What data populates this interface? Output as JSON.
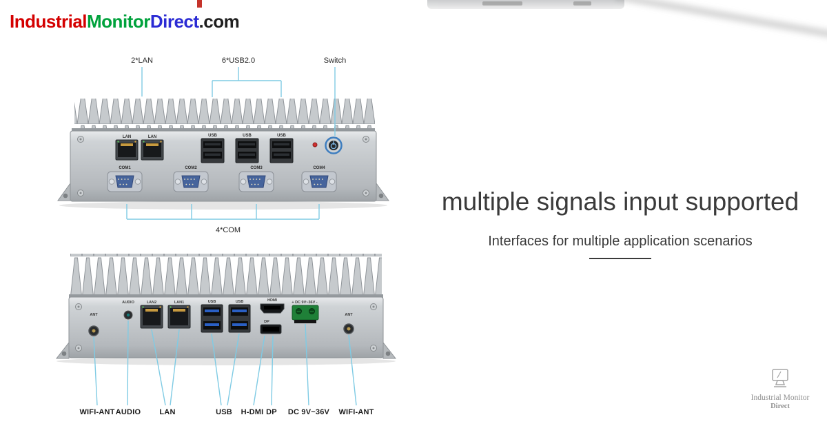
{
  "logo": {
    "industrial": "Industrial",
    "monitor": "Monitor",
    "direct": "Direct",
    "dotcom": ".com",
    "colors": {
      "industrial": "#d40000",
      "monitor": "#00a23c",
      "direct": "#2b2bd4",
      "dotcom": "#1f1f1f"
    }
  },
  "headline": {
    "title": "multiple signals input supported",
    "subtitle": "Interfaces for multiple application scenarios"
  },
  "front_view": {
    "callout_lan": "2*LAN",
    "callout_usb": "6*USB2.0",
    "callout_switch": "Switch",
    "callout_com": "4*COM",
    "ports": {
      "lan1": "LAN",
      "lan2": "LAN",
      "usb1": "USB",
      "usb2": "USB",
      "usb3": "USB",
      "com1": "COM1",
      "com2": "COM2",
      "com3": "COM3",
      "com4": "COM4"
    }
  },
  "rear_view": {
    "ports": {
      "ant_left": "ANT",
      "audio": "AUDIO",
      "lan2": "LAN2",
      "lan1": "LAN1",
      "usb1": "USB",
      "usb2": "USB",
      "hdmi": "HDMI",
      "dp": "DP",
      "dc": "+ DC 9V~36V -",
      "ant_right": "ANT"
    },
    "labels": {
      "wifi_left": "WIFI-ANT",
      "audio": "AUDIO",
      "lan": "LAN",
      "usb": "USB",
      "hdmi": "H-DMI",
      "dp": "DP",
      "dc": "DC 9V~36V",
      "wifi_right": "WIFI-ANT"
    }
  },
  "watermark": {
    "line1": "Industrial Monitor",
    "line2": "Direct"
  },
  "accent": {
    "callout_line": "#7fcbe4"
  }
}
